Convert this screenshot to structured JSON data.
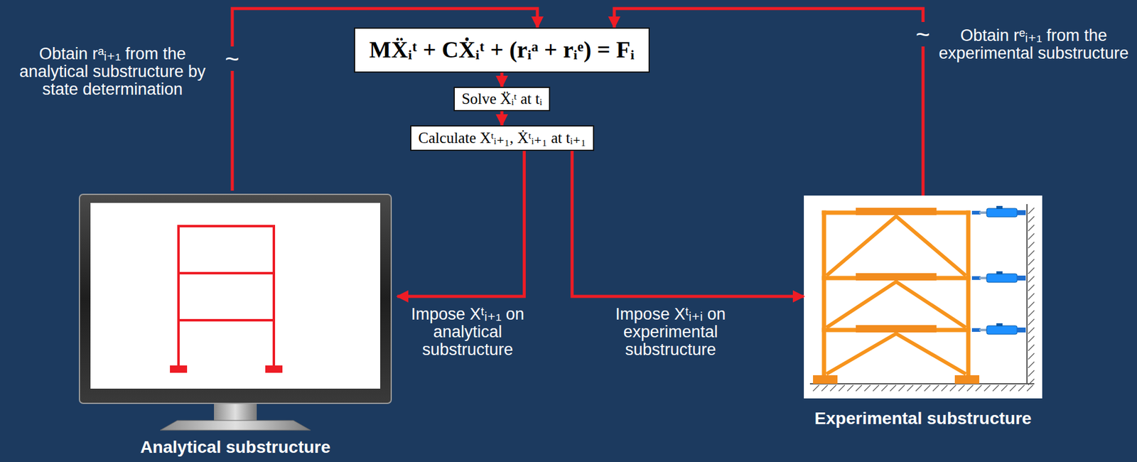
{
  "diagram": {
    "nodes": [
      {
        "text": [
          "MẌᵢᵗ + CẊᵢᵗ + (rᵢᵃ + rᵢᵉ) = Fᵢ"
        ]
      },
      {
        "text": [
          "Solve Ẍᵢᵗ at tᵢ"
        ]
      },
      {
        "text": [
          "Calculate Xᵗᵢ₊₁, Ẋᵗᵢ₊₁ at tᵢ₊₁"
        ]
      },
      {
        "text": [
          "Analytical substructure"
        ]
      },
      {
        "text": [
          "Experimental substructure"
        ]
      }
    ],
    "edges": [
      {
        "from": 0,
        "to": 1,
        "arrow": "to"
      },
      {
        "from": 1,
        "to": 2,
        "arrow": "to"
      },
      {
        "from": 2,
        "to": 3,
        "arrow": "to",
        "label": "Impose Xᵗᵢ₊₁ on analytical substructure"
      },
      {
        "from": 2,
        "to": 4,
        "arrow": "to",
        "label": "Impose Xᵗᵢ₊ᵢ on experimental substructure"
      },
      {
        "from": 3,
        "to": 0,
        "arrow": "to",
        "label": "Obtain rᵃᵢ₊₁ from the analytical substructure by state determination"
      },
      {
        "from": 4,
        "to": 0,
        "arrow": "to",
        "label": "Obtain rᵉᵢ₊₁ from the experimental substructure"
      }
    ],
    "labels": [
      "~",
      "~"
    ]
  }
}
